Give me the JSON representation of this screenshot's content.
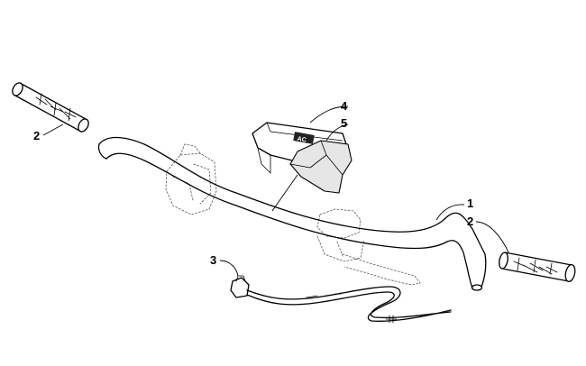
{
  "callouts": [
    {
      "id": "left-grip",
      "label": "2"
    },
    {
      "id": "pad",
      "label": "4"
    },
    {
      "id": "foam",
      "label": "5"
    },
    {
      "id": "handlebar",
      "label": "1"
    },
    {
      "id": "right-grip",
      "label": "2"
    },
    {
      "id": "switch",
      "label": "3"
    }
  ],
  "pad_logo": "AC"
}
